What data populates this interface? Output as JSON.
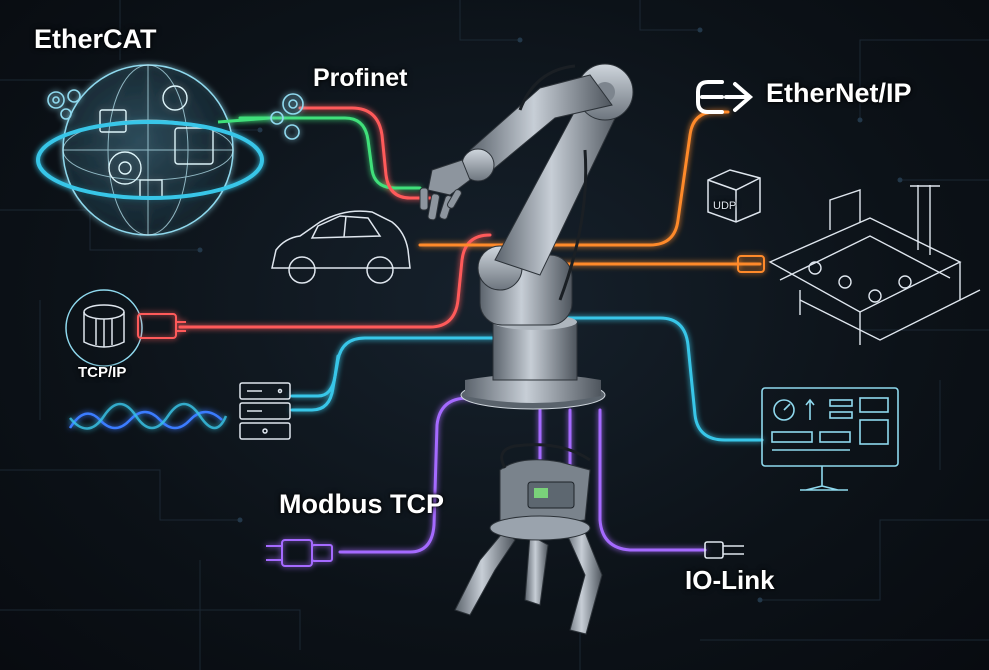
{
  "protocols": {
    "ethercat": "EtherCAT",
    "profinet": "Profinet",
    "ethernet_ip": "EtherNet/IP",
    "tcp_ip": "TCP/IP",
    "modbus_tcp": "Modbus TCP",
    "io_link": "IO-Link",
    "udp": "UDP"
  },
  "colors": {
    "background": "#0b0f14",
    "cyan": "#39c6e8",
    "green": "#3fe07a",
    "red": "#ff5a5a",
    "orange": "#ff8a2a",
    "purple": "#a56bff",
    "blue_wave": "#3a7bff",
    "robot_metal": "#9aa3ad"
  },
  "icons": [
    "globe-icon",
    "gear-icon",
    "car-icon",
    "network-drum-icon",
    "server-rack-icon",
    "signal-wave-icon",
    "ethernet-ip-logo-icon",
    "package-box-icon",
    "conveyor-machine-icon",
    "monitor-dashboard-icon",
    "connector-plug-icon",
    "robot-arm-icon",
    "gripper-icon"
  ]
}
